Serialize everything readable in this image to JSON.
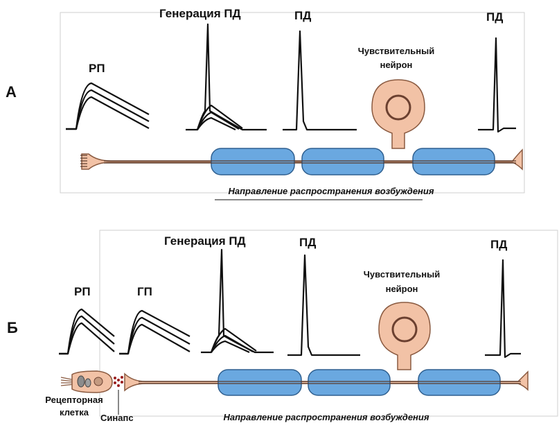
{
  "panelA": {
    "letter": "А",
    "rp": "РП",
    "gen_pd": "Генерация ПД",
    "pd1": "ПД",
    "pd2": "ПД",
    "neuron_line1": "Чувствительный",
    "neuron_line2": "нейрон",
    "direction": "Направление распространения возбуждения"
  },
  "panelB": {
    "letter": "Б",
    "rp": "РП",
    "gp": "ГП",
    "gen_pd": "Генерация ПД",
    "pd1": "ПД",
    "pd2": "ПД",
    "neuron_line1": "Чувствительный",
    "neuron_line2": "нейрон",
    "receptor_line1": "Рецепторная",
    "receptor_line2": "клетка",
    "synapse": "Синапс",
    "direction": "Направление распространения возбуждения"
  },
  "colors": {
    "myelin": "#6aa8e0",
    "neuron": "#f2c2a6"
  }
}
